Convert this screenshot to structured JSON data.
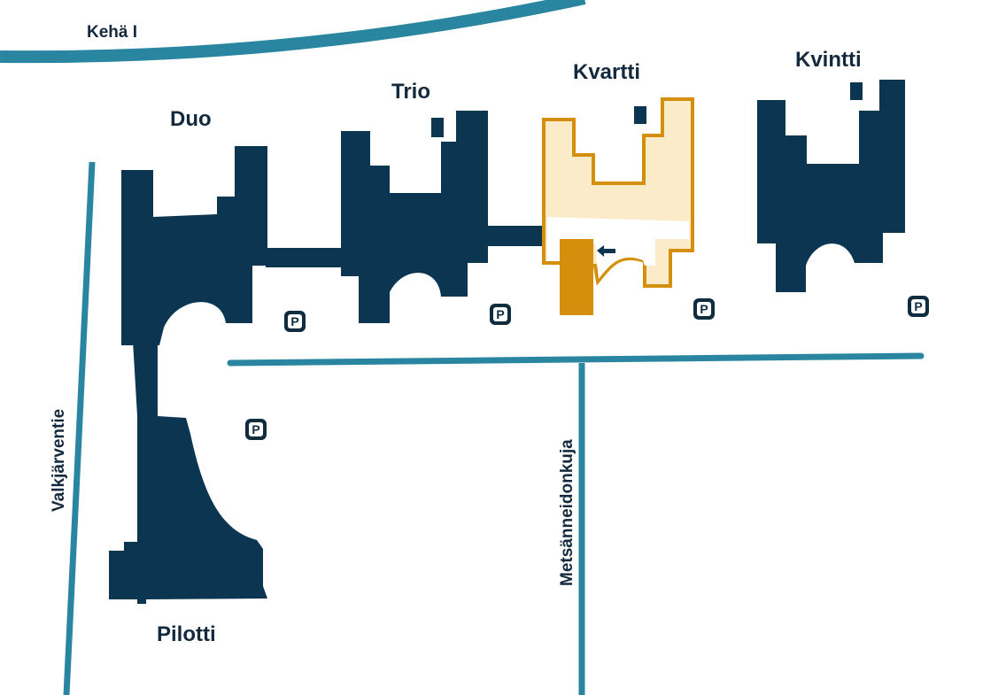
{
  "colors": {
    "building": "#0b3550",
    "road": "#2a86a0",
    "highlight_outline": "#d4900c",
    "highlight_fill": "#fcebc8",
    "entrance": "#d4900c"
  },
  "roads": {
    "ring": "Kehä I",
    "west": "Valkjärventie",
    "middle": "Metsänneidonkuja"
  },
  "buildings": {
    "duo": "Duo",
    "trio": "Trio",
    "kvartti": "Kvartti",
    "kvintti": "Kvintti",
    "pilotti": "Pilotti"
  },
  "highlighted_building": "Kvartti",
  "parking": {
    "label": "P",
    "icon": "parking-icon"
  },
  "entrance_arrow": {
    "icon": "arrow-left-icon"
  }
}
